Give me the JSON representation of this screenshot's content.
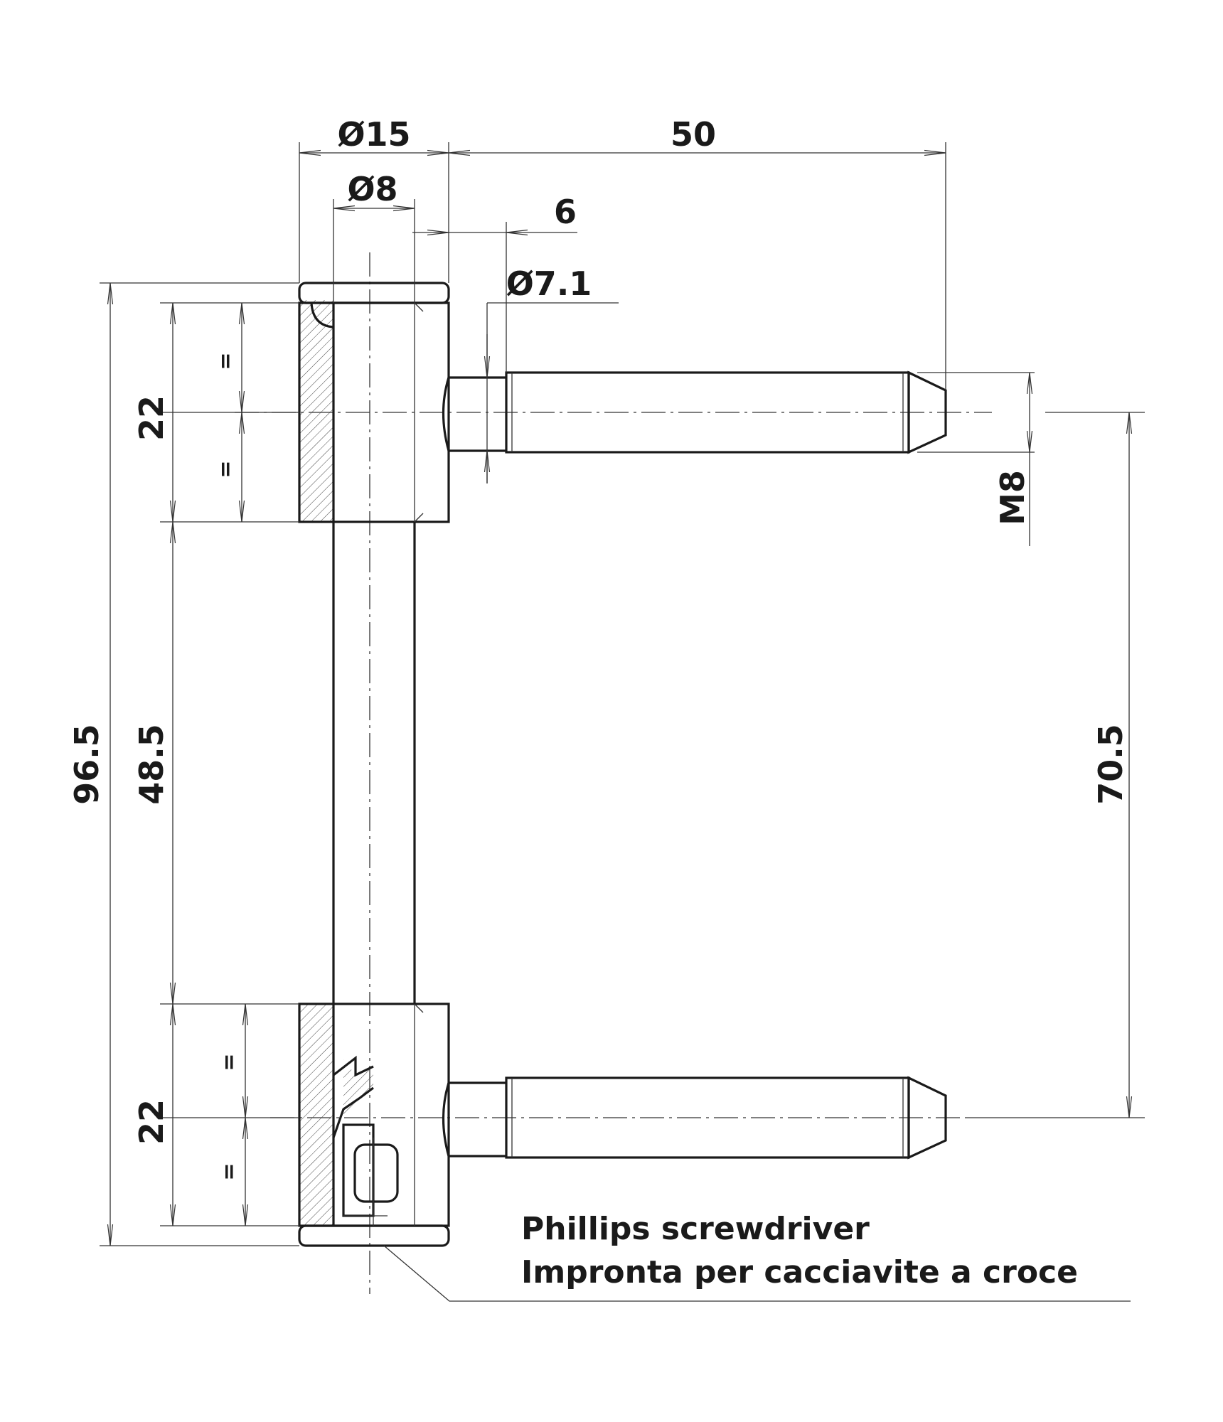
{
  "dimensions": {
    "head_diameter": "Ø15",
    "pin_diameter": "Ø8",
    "pin_length": "50",
    "collar_length": "6",
    "neck_diameter": "Ø7.1",
    "thread": "M8",
    "total_height": "96.5",
    "knuckle_height_top": "22",
    "knuckle_height_bottom": "22",
    "gap_height": "48.5",
    "pin_spacing": "70.5",
    "equal_mark": "="
  },
  "note": {
    "line1": "Phillips screwdriver",
    "line2": "Impronta per cacciavite a croce"
  },
  "colors": {
    "line": "#1a1a1a",
    "background": "#ffffff"
  }
}
